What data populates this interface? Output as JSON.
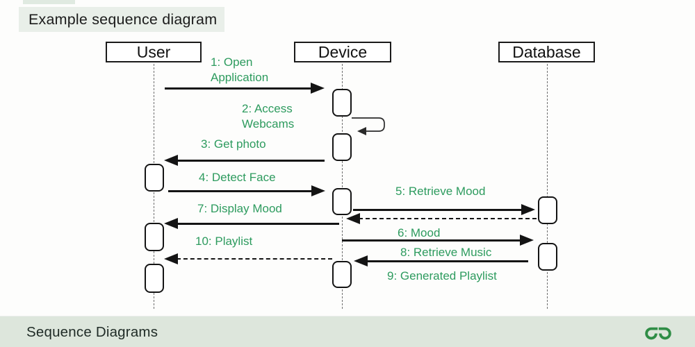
{
  "title": "Example sequence diagram",
  "actors": [
    {
      "label": "User"
    },
    {
      "label": "Device"
    },
    {
      "label": "Database"
    }
  ],
  "messages": [
    {
      "label": "1: Open Application",
      "from": "User",
      "to": "Device",
      "line": "solid"
    },
    {
      "label": "2: Access Webcams",
      "from": "Device",
      "to": "Device",
      "line": "self"
    },
    {
      "label": "3: Get photo",
      "from": "Device",
      "to": "User",
      "line": "solid"
    },
    {
      "label": "4: Detect Face",
      "from": "User",
      "to": "Device",
      "line": "solid"
    },
    {
      "label": "5: Retrieve Mood",
      "from": "Device",
      "to": "Database",
      "line": "solid"
    },
    {
      "label": "6: Mood",
      "from": "Database",
      "to": "Device",
      "line": "dashed"
    },
    {
      "label": "7: Display Mood",
      "from": "Device",
      "to": "User",
      "line": "solid"
    },
    {
      "label": "8: Retrieve Music",
      "from": "Device",
      "to": "Database",
      "line": "solid"
    },
    {
      "label": "9: Generated Playlist",
      "from": "Database",
      "to": "Device",
      "line": "solid"
    },
    {
      "label": "10: Playlist",
      "from": "Device",
      "to": "User",
      "line": "dashed"
    }
  ],
  "footer": {
    "label": "Sequence Diagrams",
    "logo": "geeksforgeeks-logo"
  },
  "colors": {
    "message_green": "#2d9b5e",
    "logo_green": "#2f8d46",
    "line_black": "#141414",
    "title_highlight": "#e9efe9",
    "footer_background": "#dde6dc",
    "footer_text": "#1f2b26"
  }
}
